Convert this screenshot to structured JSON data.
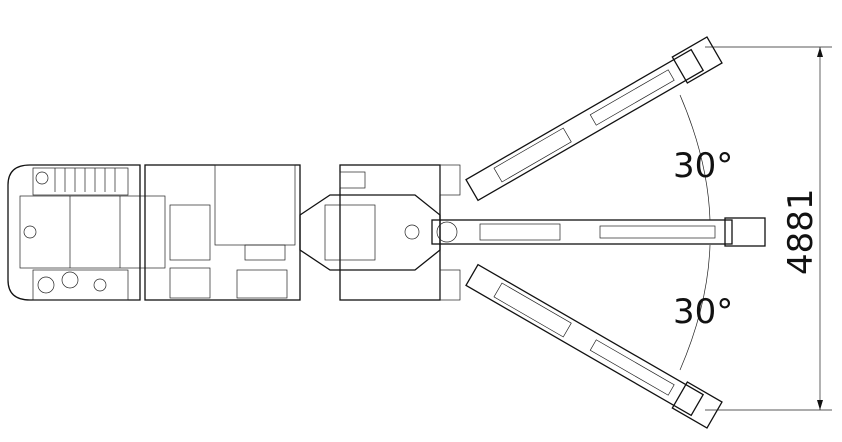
{
  "drawing": {
    "angle_upper": "30°",
    "angle_lower": "30°",
    "width_dimension": "4881"
  }
}
